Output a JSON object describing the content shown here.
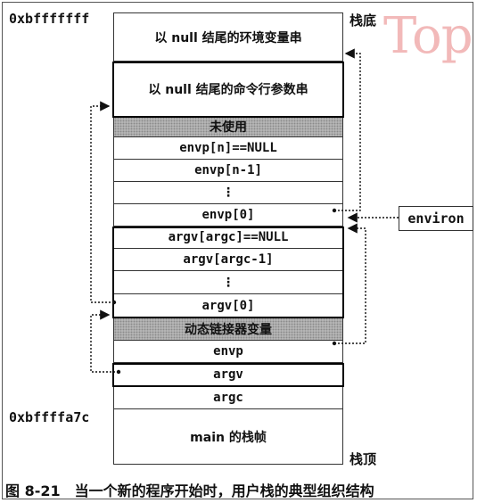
{
  "addresses": {
    "top": "0xbfffffff",
    "bottom": "0xbffffa7c"
  },
  "labels": {
    "stack_bottom": "栈底",
    "stack_top": "栈顶",
    "environ": "environ"
  },
  "stack": [
    {
      "text": "以 null 结尾的环境变量串"
    },
    {
      "text": "以 null 结尾的命令行参数串"
    },
    {
      "text": "未使用"
    },
    {
      "text": "envp[n]==NULL"
    },
    {
      "text": "envp[n-1]"
    },
    {
      "text": "⋮"
    },
    {
      "text": "envp[0]"
    },
    {
      "text": "argv[argc]==NULL"
    },
    {
      "text": "argv[argc-1]"
    },
    {
      "text": "⋮"
    },
    {
      "text": "argv[0]"
    },
    {
      "text": "动态链接器变量"
    },
    {
      "text": "envp"
    },
    {
      "text": "argv"
    },
    {
      "text": "argc"
    },
    {
      "text": "main 的栈帧"
    }
  ],
  "caption": "图 8-21　当一个新的程序开始时，用户栈的典型组织结构"
}
